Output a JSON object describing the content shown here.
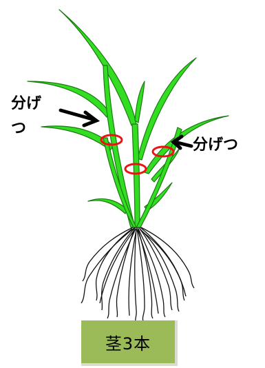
{
  "labels": {
    "left_line1": "分げ",
    "left_line2": "つ",
    "right": "分げつ"
  },
  "stem_count_label": "茎3本",
  "colors": {
    "leaf": "#33dd22",
    "leaf_outline": "#1a7a10",
    "circle": "#ee1111",
    "root": "#111111",
    "box": "#9bbb59"
  }
}
